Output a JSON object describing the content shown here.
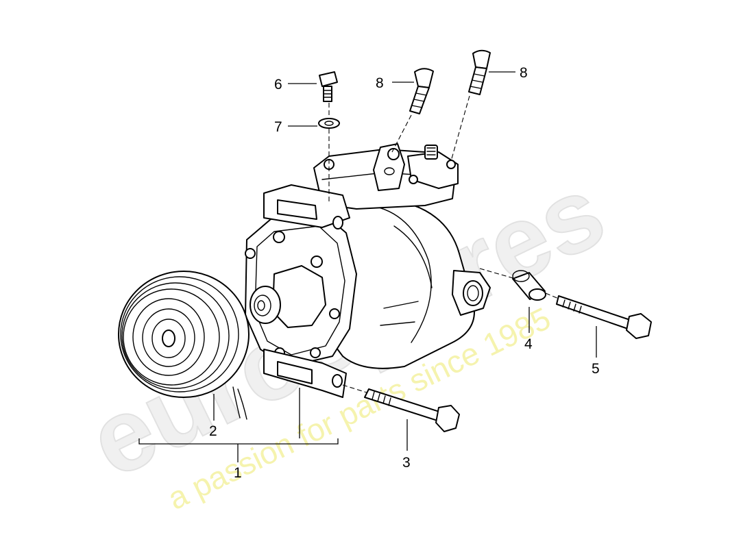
{
  "watermark": {
    "brand": "eurospares",
    "tagline": "a passion for parts since 1985"
  },
  "callouts": [
    {
      "id": "c1",
      "label": "1"
    },
    {
      "id": "c2",
      "label": "2"
    },
    {
      "id": "c3",
      "label": "3"
    },
    {
      "id": "c4",
      "label": "4"
    },
    {
      "id": "c5",
      "label": "5"
    },
    {
      "id": "c6",
      "label": "6"
    },
    {
      "id": "c7",
      "label": "7"
    },
    {
      "id": "c8a",
      "label": "8"
    },
    {
      "id": "c8b",
      "label": "8"
    }
  ],
  "parts": [
    {
      "name": "compressor-with-clutch",
      "callout": "1"
    },
    {
      "name": "magnetic-clutch-pulley",
      "callout": "2"
    },
    {
      "name": "hex-flange-bolt-lower",
      "callout": "3"
    },
    {
      "name": "spacer-sleeve",
      "callout": "4"
    },
    {
      "name": "hex-flange-bolt-rear",
      "callout": "5"
    },
    {
      "name": "hex-bolt-top",
      "callout": "6"
    },
    {
      "name": "washer",
      "callout": "7"
    },
    {
      "name": "socket-head-bolt",
      "callout": "8"
    }
  ]
}
